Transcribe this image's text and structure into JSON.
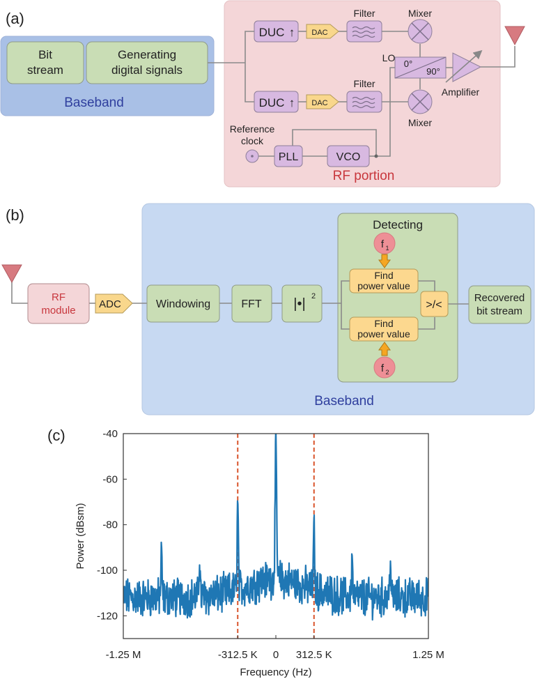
{
  "panel_a": {
    "label": "(a)",
    "baseband": {
      "bit_stream": [
        "Bit",
        "stream"
      ],
      "generating": [
        "Generating",
        "digital signals"
      ],
      "region_label": "Baseband"
    },
    "rf": {
      "duc": "DUC",
      "duc_arrow": "↑",
      "dac": "DAC",
      "filter": "Filter",
      "mixer": "Mixer",
      "lo": "LO",
      "phase_0": "0°",
      "phase_90": "90°",
      "amplifier": "Amplifier",
      "reference_clock": [
        "Reference",
        "clock"
      ],
      "pll": "PLL",
      "vco": "VCO",
      "region_label": "RF portion"
    }
  },
  "panel_b": {
    "label": "(b)",
    "rf_module": [
      "RF",
      "module"
    ],
    "adc": "ADC",
    "windowing": "Windowing",
    "fft": "FFT",
    "magnitude": "|•|",
    "magnitude_exp": "2",
    "detecting": "Detecting",
    "f1": "f",
    "f1_sub": "1",
    "f2": "f",
    "f2_sub": "2",
    "find_power": [
      "Find",
      "power value"
    ],
    "compare": ">/<",
    "recovered": [
      "Recovered",
      "bit stream"
    ],
    "region_label": "Baseband"
  },
  "panel_c": {
    "label": "(c)"
  },
  "chart_data": {
    "type": "line",
    "ylabel": "Power (dBsm)",
    "xlabel": "Frequency (Hz)",
    "xlim": [
      -1250000,
      1250000
    ],
    "ylim": [
      -130,
      -40
    ],
    "yticks": [
      -40,
      -60,
      -80,
      -100,
      -120
    ],
    "ytick_labels": [
      "-40",
      "-60",
      "-80",
      "-100",
      "-120"
    ],
    "xticks": [
      -1250000,
      -312500,
      0,
      312500,
      1250000
    ],
    "xtick_labels": [
      "-1.25 M",
      "-312.5 K",
      "0",
      "312.5 K",
      "1.25 M"
    ],
    "vlines": [
      -312500,
      312500
    ],
    "line_color": "#1f77b4",
    "vline_color": "#d9542b",
    "noise_floor": -112,
    "peaks": [
      {
        "x": -937500,
        "y": -93
      },
      {
        "x": -625000,
        "y": -95
      },
      {
        "x": -312500,
        "y": -74
      },
      {
        "x": 0,
        "y": -55
      },
      {
        "x": 312500,
        "y": -86
      },
      {
        "x": 625000,
        "y": -95
      },
      {
        "x": 937500,
        "y": -95
      }
    ]
  }
}
